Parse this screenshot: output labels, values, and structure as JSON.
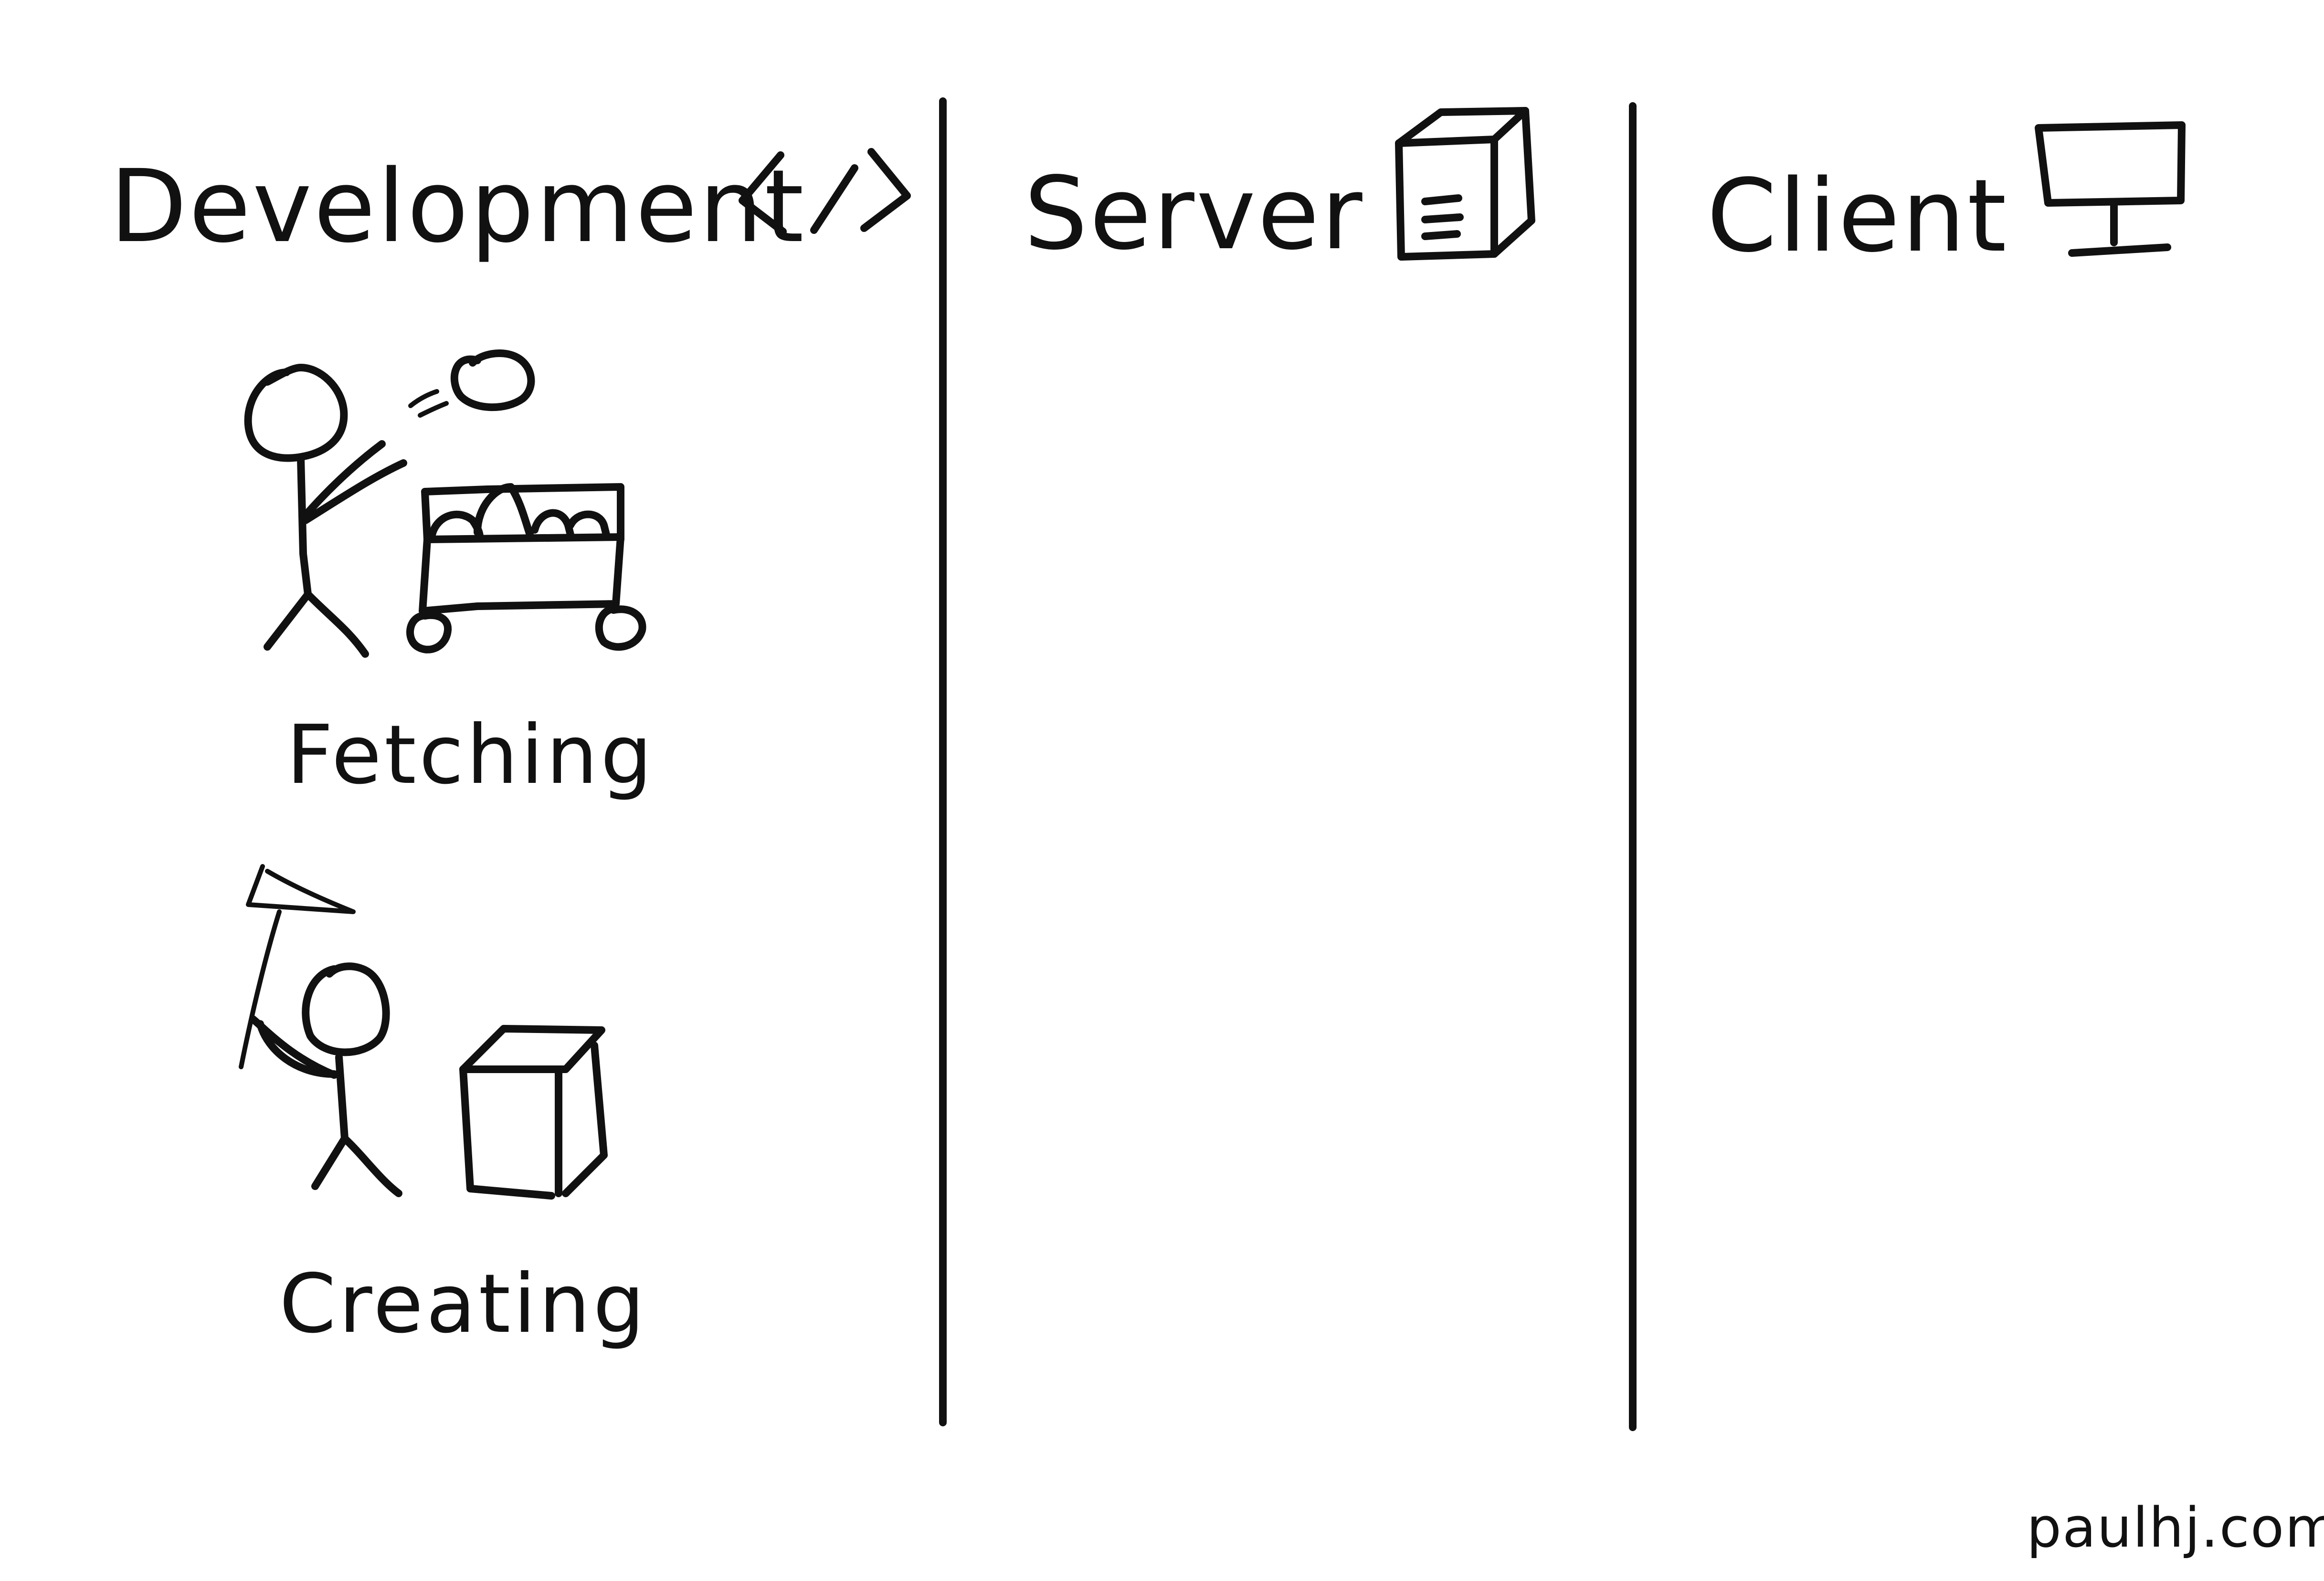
{
  "columns": [
    {
      "title": "Development",
      "icon": "code-brackets-icon"
    },
    {
      "title": "Server",
      "icon": "server-box-icon"
    },
    {
      "title": "Client",
      "icon": "monitor-icon"
    }
  ],
  "development": {
    "steps": [
      {
        "label": "Fetching",
        "icon": "stick-figure-loading-cart-icon"
      },
      {
        "label": "Creating",
        "icon": "stick-figure-building-box-icon"
      }
    ]
  },
  "footer": {
    "credit": "paulhj.com"
  },
  "colors": {
    "ink": "#111111",
    "background": "#ffffff"
  }
}
